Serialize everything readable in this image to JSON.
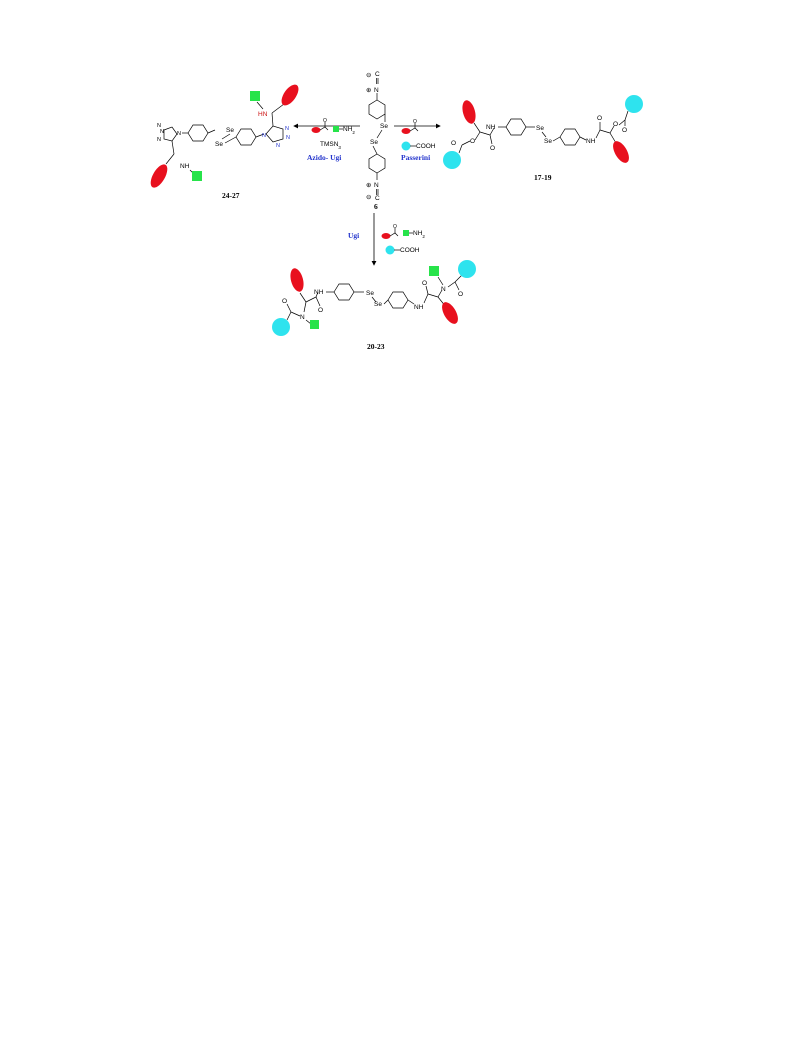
{
  "colors": {
    "aldehyde_red": "#e8101e",
    "amine_green": "#27e34a",
    "acid_cyan": "#2ee3ee",
    "reaction_blue": "#2233cc"
  },
  "reactant": {
    "number": "6",
    "isocyanide_top": "N",
    "isocyanide_bottom": "N",
    "isocyanide_carbon": "C",
    "charge_minus": "⊖",
    "charge_plus": "⊕",
    "se_top": "Se",
    "se_bottom": "Se"
  },
  "reactions": {
    "azido_ugi": {
      "name": "Azido- Ugi",
      "amine": "NH",
      "amine_sub": "2",
      "reagent_main": "TMSN",
      "reagent_sub": "3",
      "aldehyde_o": "O",
      "product_number": "24-27"
    },
    "passerini": {
      "name": "Passerini",
      "acid": "COOH",
      "aldehyde_o": "O",
      "product_number": "17-19"
    },
    "ugi": {
      "name": "Ugi",
      "amine": "NH",
      "amine_sub": "2",
      "acid": "COOH",
      "aldehyde_o": "O",
      "product_number": "20-23"
    }
  },
  "labels": {
    "se": "Se",
    "nh": "NH",
    "hn": "HN",
    "n": "N",
    "o": "O"
  }
}
